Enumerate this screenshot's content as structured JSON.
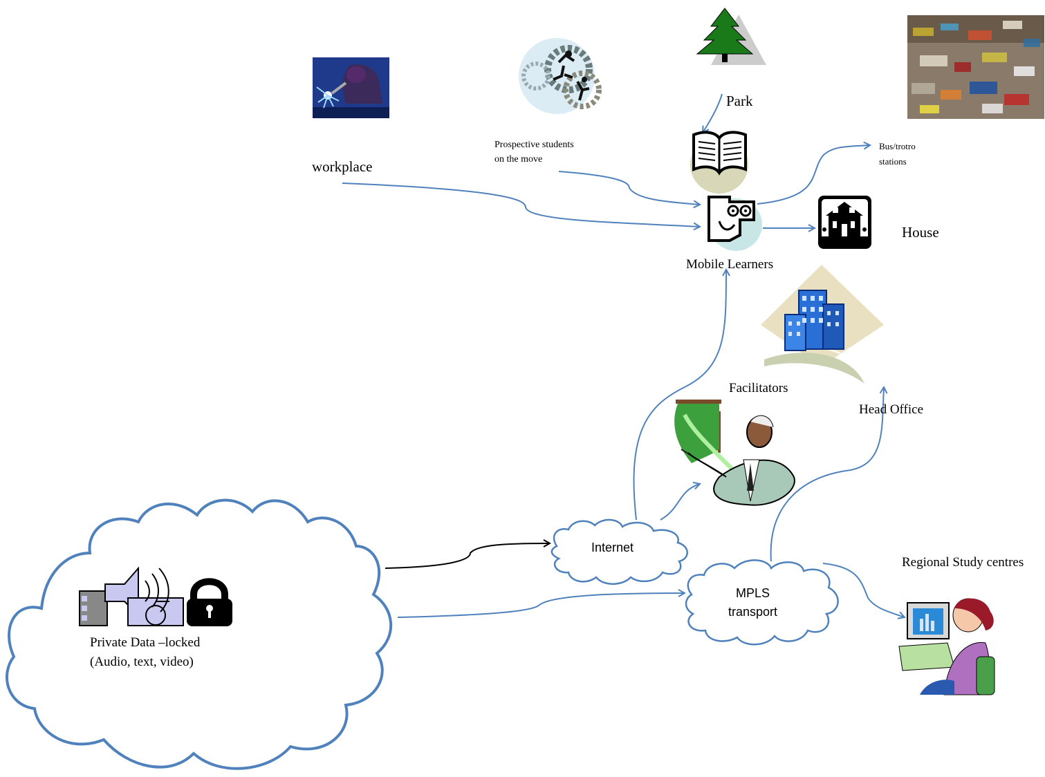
{
  "nodes": {
    "workplace": "workplace",
    "prospective_students": "Prospective students\non the move",
    "park": "Park",
    "bus_stations": "Bus/trotro\nstations",
    "mobile_learners": "Mobile Learners",
    "house": "House",
    "facilitators": "Facilitators",
    "head_office": "Head Office",
    "internet": "Internet",
    "mpls": "MPLS\ntransport",
    "regional_centres": "Regional Study centres",
    "private_data": "Private Data –locked\n(Audio, text, video)"
  },
  "colors": {
    "arrow": "#4f81bd",
    "cloud_outline": "#4f81bd",
    "dark_arrow": "#000000"
  },
  "icons": [
    "welder-icon",
    "running-gears-icon",
    "tree-icon",
    "crowd-photo-icon",
    "open-book-icon",
    "learner-face-icon",
    "house-icon",
    "office-buildings-icon",
    "teacher-board-icon",
    "computer-user-icon",
    "media-lock-icon"
  ]
}
